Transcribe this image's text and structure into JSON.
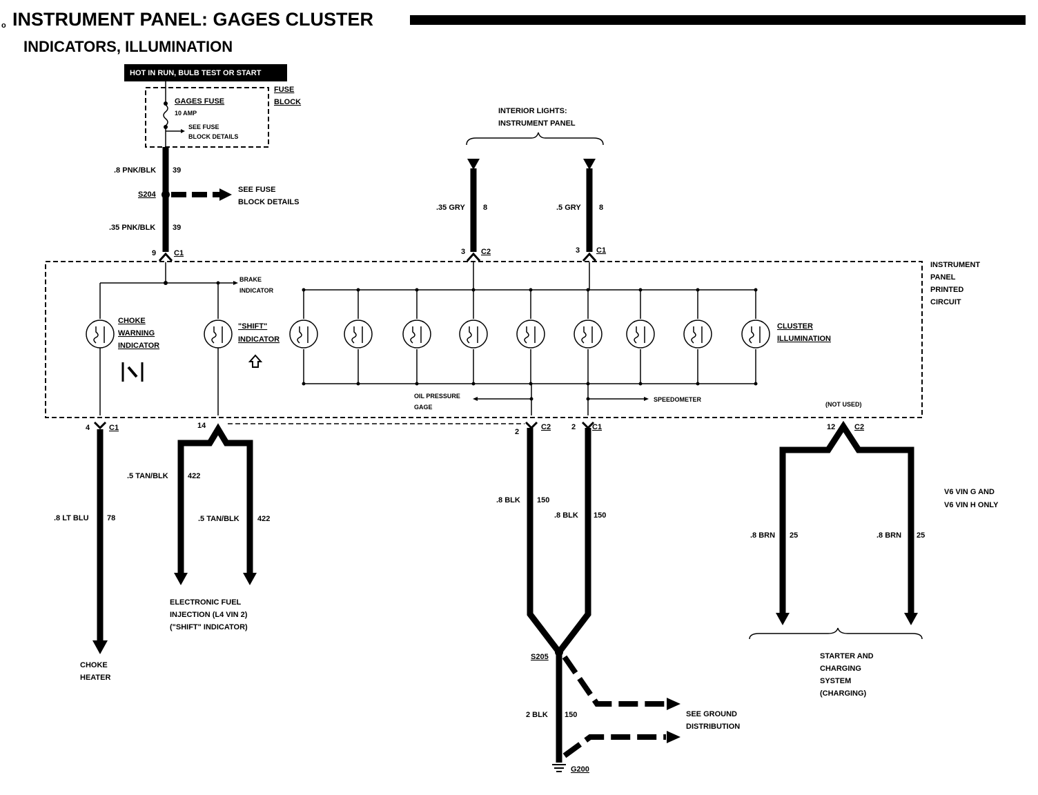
{
  "header": {
    "title": "INSTRUMENT PANEL: GAGES CLUSTER",
    "subtitle": "INDICATORS, ILLUMINATION"
  },
  "power": {
    "hot_label": "HOT IN RUN, BULB TEST OR START",
    "fuse_name": "GAGES FUSE",
    "fuse_amp": "10 AMP",
    "see_fuse_1": "SEE FUSE",
    "see_fuse_2": "BLOCK DETAILS",
    "fuse_block_1": "FUSE",
    "fuse_block_2": "BLOCK"
  },
  "wires": {
    "w_pnk_top": ".8 PNK/BLK",
    "w_pnk_top_num": "39",
    "splice_s204": "S204",
    "see_fuse_det_1": "SEE FUSE",
    "see_fuse_det_2": "BLOCK DETAILS",
    "w_pnk_bot": ".35 PNK/BLK",
    "w_pnk_bot_num": "39",
    "gry_1": ".35 GRY",
    "gry_1_num": "8",
    "gry_2": ".5 GRY",
    "gry_2_num": "8",
    "lt_blu": ".8 LT BLU",
    "lt_blu_num": "78",
    "tan_1": ".5 TAN/BLK",
    "tan_1_num": "422",
    "tan_2": ".5 TAN/BLK",
    "tan_2_num": "422",
    "blk_1": ".8 BLK",
    "blk_1_num": "150",
    "blk_2": ".8 BLK",
    "blk_2_num": "150",
    "brn_1": ".8 BRN",
    "brn_1_num": "25",
    "brn_2": ".8 BRN",
    "brn_2_num": "25",
    "splice_s205": "S205",
    "blk_2ga": "2 BLK",
    "blk_2ga_num": "150",
    "ground_g200": "G200"
  },
  "connectors": {
    "c1_9_pin": "9",
    "c1_9": "C1",
    "c2_3_pin": "3",
    "c2_3": "C2",
    "c1_3_pin": "3",
    "c1_3": "C1",
    "c1_4_pin": "4",
    "c1_4": "C1",
    "c1_14_pin": "14",
    "c2_2_pin": "2",
    "c2_2": "C2",
    "c1_2_pin": "2",
    "c1_2": "C1",
    "c2_12_pin": "12",
    "c2_12": "C2"
  },
  "labels": {
    "interior_1": "INTERIOR LIGHTS:",
    "interior_2": "INSTRUMENT PANEL",
    "ipc_1": "INSTRUMENT",
    "ipc_2": "PANEL",
    "ipc_3": "PRINTED",
    "ipc_4": "CIRCUIT",
    "brake_1": "BRAKE",
    "brake_2": "INDICATOR",
    "choke_1": "CHOKE",
    "choke_2": "WARNING",
    "choke_3": "INDICATOR",
    "shift_1": "\"SHIFT\"",
    "shift_2": "INDICATOR",
    "cluster_1": "CLUSTER",
    "cluster_2": "ILLUMINATION",
    "oil_1": "OIL PRESSURE",
    "oil_2": "GAGE",
    "speedo": "SPEEDOMETER",
    "not_used": "(NOT USED)",
    "v6_1": "V6 VIN G AND",
    "v6_2": "V6 VIN H ONLY",
    "efi_1": "ELECTRONIC FUEL",
    "efi_2": "INJECTION (L4 VIN 2)",
    "efi_3": "(\"SHIFT\" INDICATOR)",
    "choke_heater_1": "CHOKE",
    "choke_heater_2": "HEATER",
    "starter_1": "STARTER AND",
    "starter_2": "CHARGING",
    "starter_3": "SYSTEM",
    "starter_4": "(CHARGING)",
    "see_ground_1": "SEE GROUND",
    "see_ground_2": "DISTRIBUTION"
  }
}
